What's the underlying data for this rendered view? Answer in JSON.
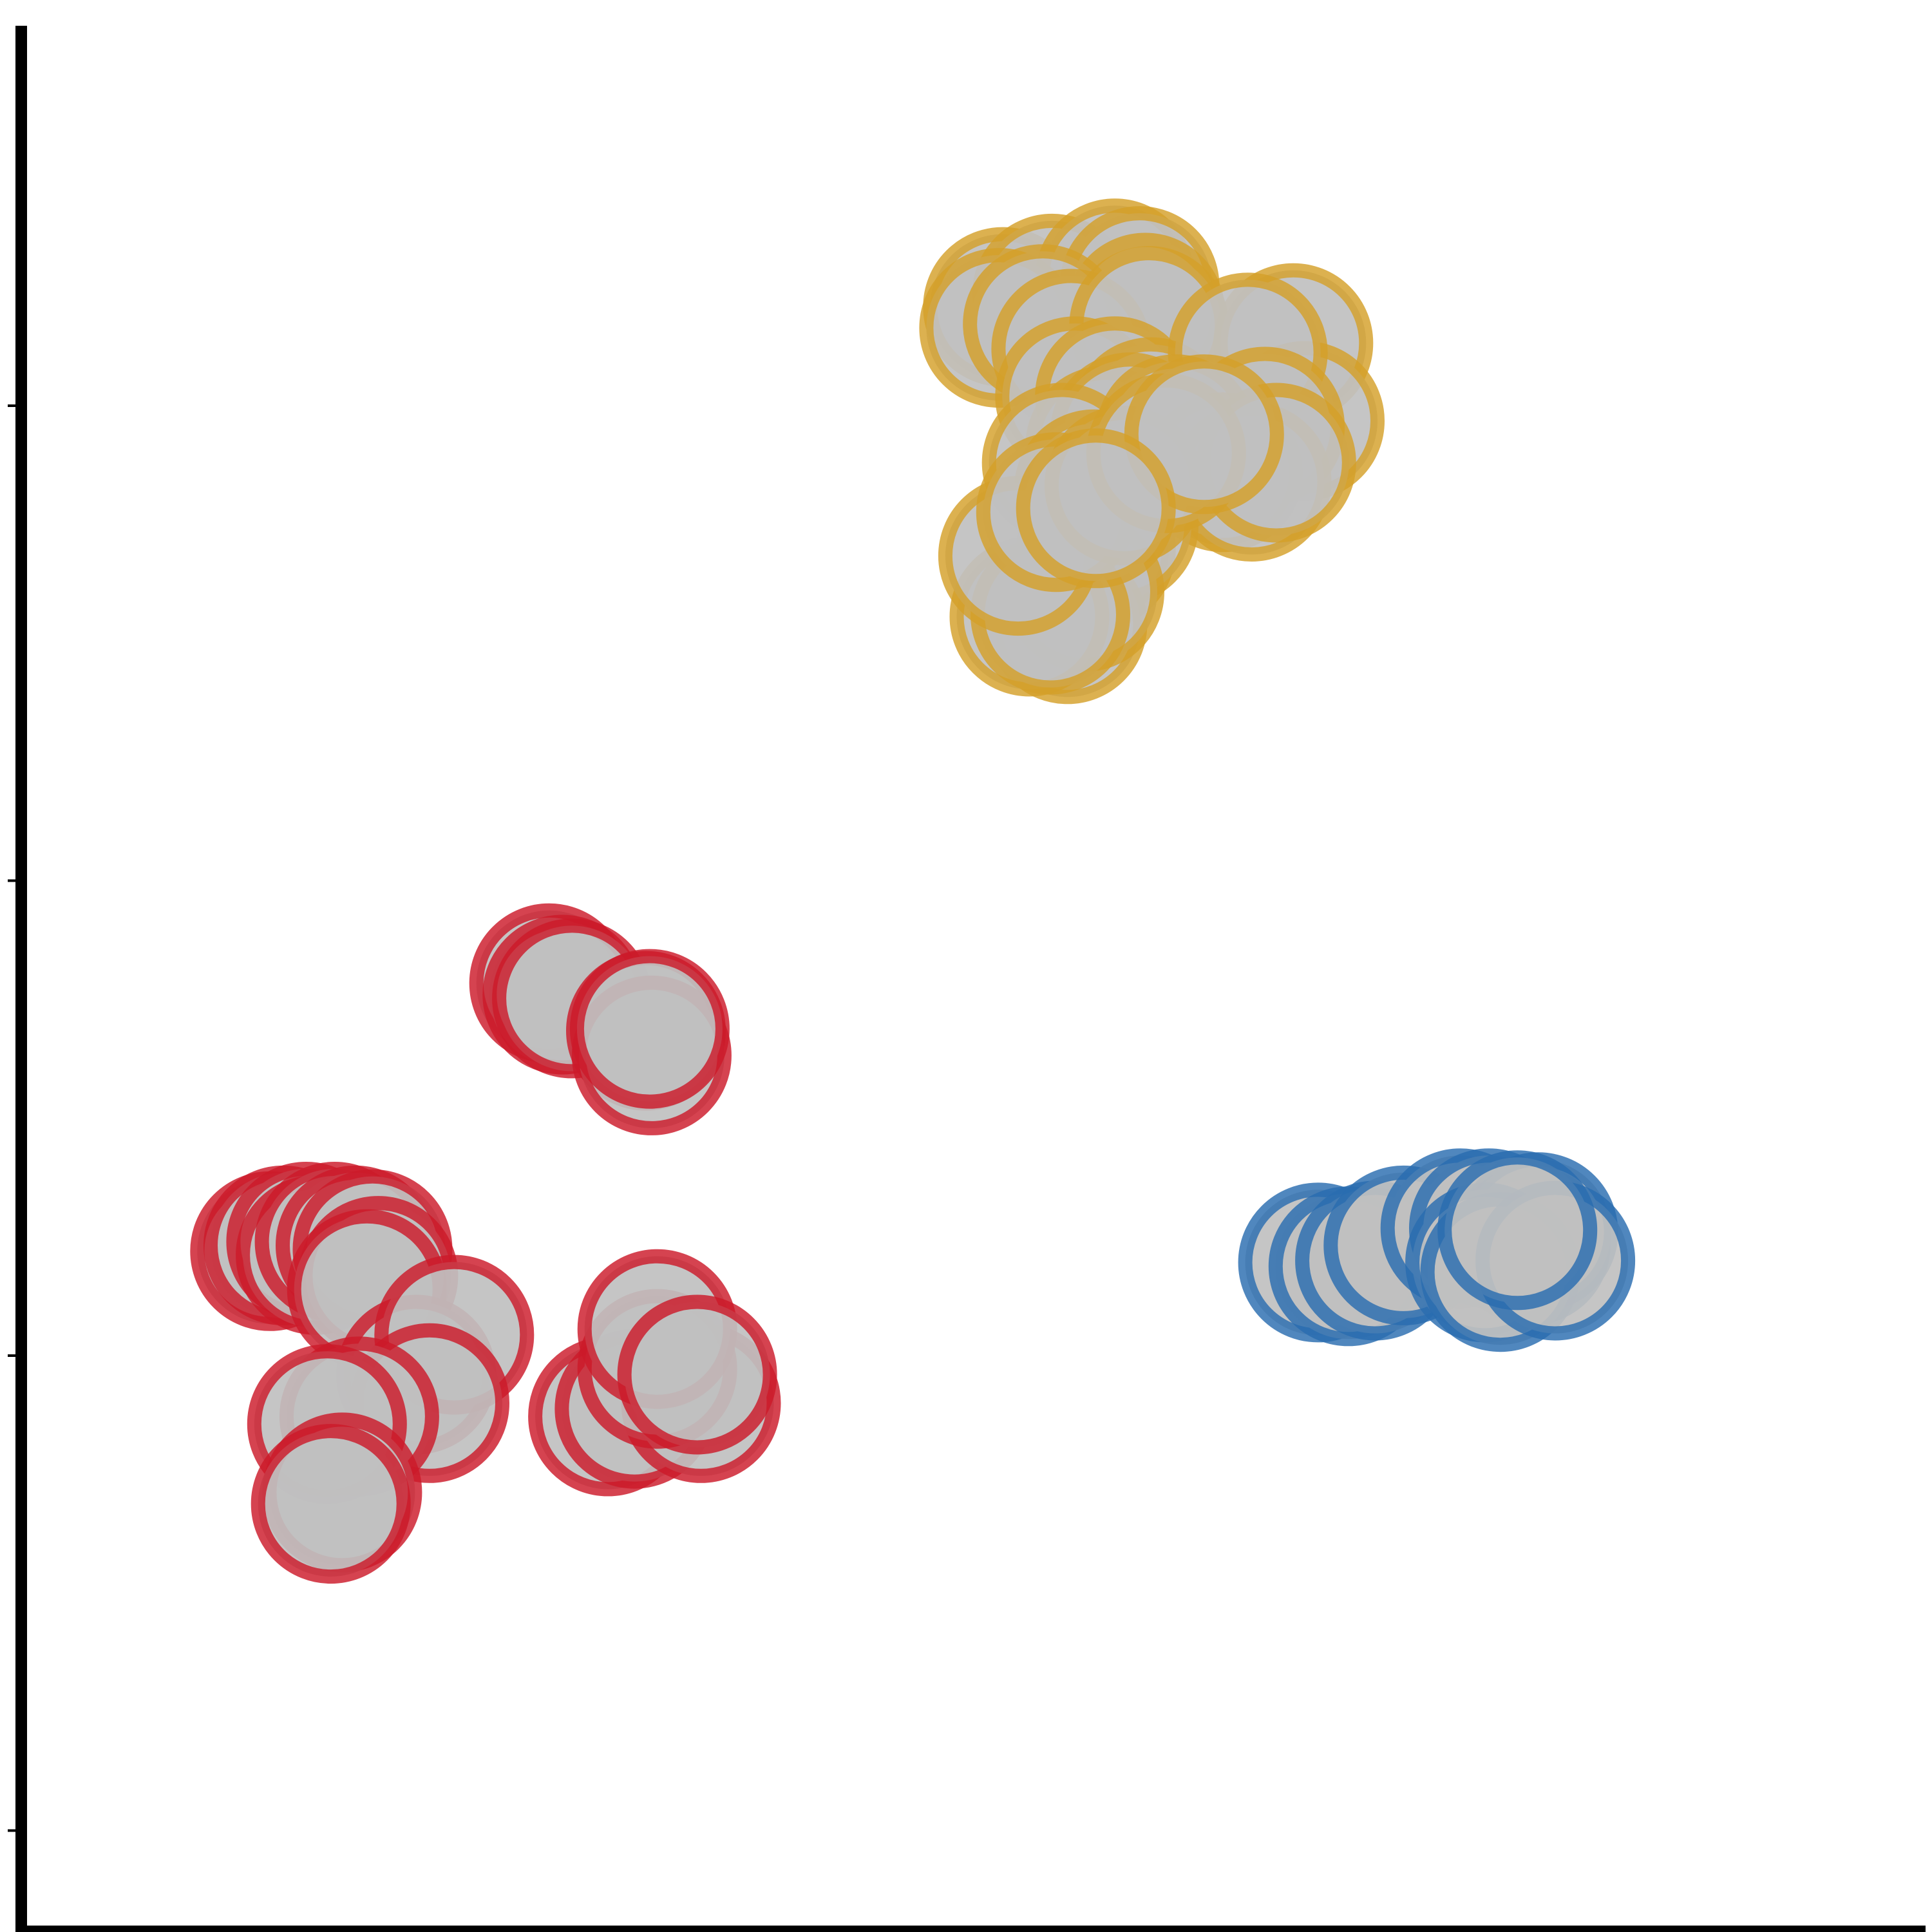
{
  "chart_data": {
    "type": "scatter",
    "title": "",
    "xlabel": "",
    "ylabel": "",
    "xlim": [
      0,
      10
    ],
    "ylim": [
      0,
      10
    ],
    "xticks": [
      0.5,
      2,
      3.5,
      5,
      6.5,
      8,
      9.5
    ],
    "yticks": [
      0.5,
      3,
      5.5,
      8,
      10.5
    ],
    "show_tick_labels": false,
    "grid": false,
    "legend": "none",
    "marker_fill": "#c0c0c0",
    "series": [
      {
        "color": "#d4a02a",
        "points": [
          [
            5.14,
            8.52
          ],
          [
            5.4,
            8.59
          ],
          [
            5.73,
            8.67
          ],
          [
            5.86,
            8.63
          ],
          [
            5.89,
            8.49
          ],
          [
            5.12,
            8.41
          ],
          [
            5.35,
            8.43
          ],
          [
            5.5,
            8.3
          ],
          [
            5.91,
            8.42
          ],
          [
            6.67,
            8.33
          ],
          [
            5.52,
            8.05
          ],
          [
            5.73,
            8.05
          ],
          [
            5.92,
            7.94
          ],
          [
            6.73,
            7.92
          ],
          [
            6.43,
            8.28
          ],
          [
            6.52,
            7.89
          ],
          [
            5.68,
            7.79
          ],
          [
            5.81,
            7.86
          ],
          [
            5.45,
            7.7
          ],
          [
            5.62,
            7.56
          ],
          [
            6.05,
            7.85
          ],
          [
            6.3,
            7.65
          ],
          [
            6.45,
            7.6
          ],
          [
            6.58,
            7.7
          ],
          [
            5.63,
            7.24
          ],
          [
            5.75,
            7.37
          ],
          [
            5.48,
            6.85
          ],
          [
            5.57,
            7.02
          ],
          [
            5.28,
            6.89
          ],
          [
            5.39,
            6.9
          ],
          [
            5.22,
            7.21
          ],
          [
            5.42,
            7.44
          ],
          [
            5.78,
            7.58
          ],
          [
            6.0,
            7.75
          ],
          [
            6.2,
            7.85
          ],
          [
            5.63,
            7.46
          ]
        ]
      },
      {
        "color": "#cc1a2a",
        "points": [
          [
            2.75,
            4.96
          ],
          [
            2.82,
            4.9
          ],
          [
            2.87,
            4.88
          ],
          [
            3.26,
            4.71
          ],
          [
            3.29,
            4.58
          ],
          [
            3.28,
            4.72
          ],
          [
            1.28,
            3.55
          ],
          [
            1.35,
            3.58
          ],
          [
            1.47,
            3.6
          ],
          [
            1.52,
            3.53
          ],
          [
            1.62,
            3.6
          ],
          [
            1.73,
            3.58
          ],
          [
            1.82,
            3.56
          ],
          [
            1.85,
            3.42
          ],
          [
            1.79,
            3.35
          ],
          [
            2.05,
            2.9
          ],
          [
            2.25,
            3.11
          ],
          [
            2.12,
            2.75
          ],
          [
            1.75,
            2.68
          ],
          [
            1.58,
            2.64
          ],
          [
            1.66,
            2.28
          ],
          [
            1.6,
            2.22
          ],
          [
            3.06,
            2.68
          ],
          [
            3.2,
            2.72
          ],
          [
            3.55,
            2.75
          ],
          [
            3.32,
            2.93
          ],
          [
            3.32,
            3.14
          ],
          [
            3.53,
            2.9
          ]
        ]
      },
      {
        "color": "#2a6db0",
        "points": [
          [
            6.8,
            3.49
          ],
          [
            6.96,
            3.47
          ],
          [
            7.1,
            3.5
          ],
          [
            7.25,
            3.58
          ],
          [
            7.55,
            3.67
          ],
          [
            7.7,
            3.67
          ],
          [
            7.92,
            3.58
          ],
          [
            7.96,
            3.65
          ],
          [
            7.68,
            3.49
          ],
          [
            7.76,
            3.44
          ],
          [
            8.05,
            3.5
          ],
          [
            7.85,
            3.66
          ]
        ]
      }
    ]
  }
}
